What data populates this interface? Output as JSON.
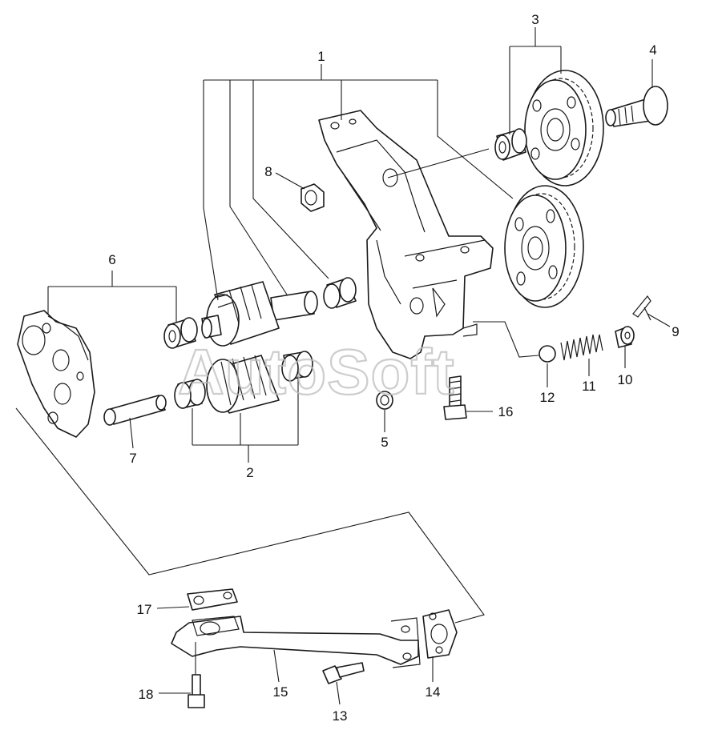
{
  "watermark": "AutoSoft",
  "callouts": [
    "1",
    "2",
    "3",
    "4",
    "5",
    "6",
    "7",
    "8",
    "9",
    "10",
    "11",
    "12",
    "13",
    "14",
    "15",
    "16",
    "17",
    "18"
  ],
  "colors": {
    "line": "#1a1a1a",
    "watermark": "#bdbdbd",
    "background": "#ffffff"
  }
}
